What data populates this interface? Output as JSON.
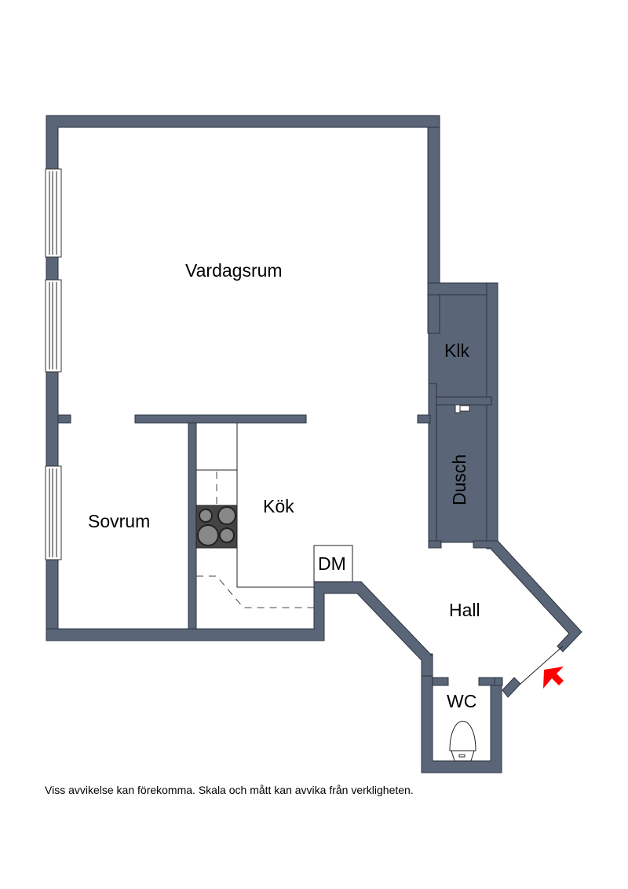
{
  "rooms": {
    "vardagsrum": "Vardagsrum",
    "klk": "Klk",
    "dusch": "Dusch",
    "sovrum": "Sovrum",
    "kok": "Kök",
    "dm": "DM",
    "hall": "Hall",
    "wc": "WC"
  },
  "disclaimer": "Viss avvikelse kan förekomma. Skala och mått kan avvika från verkligheten.",
  "colors": {
    "wall": "#5a6678",
    "entrance_arrow": "#ff0000",
    "stove": "#444444"
  }
}
